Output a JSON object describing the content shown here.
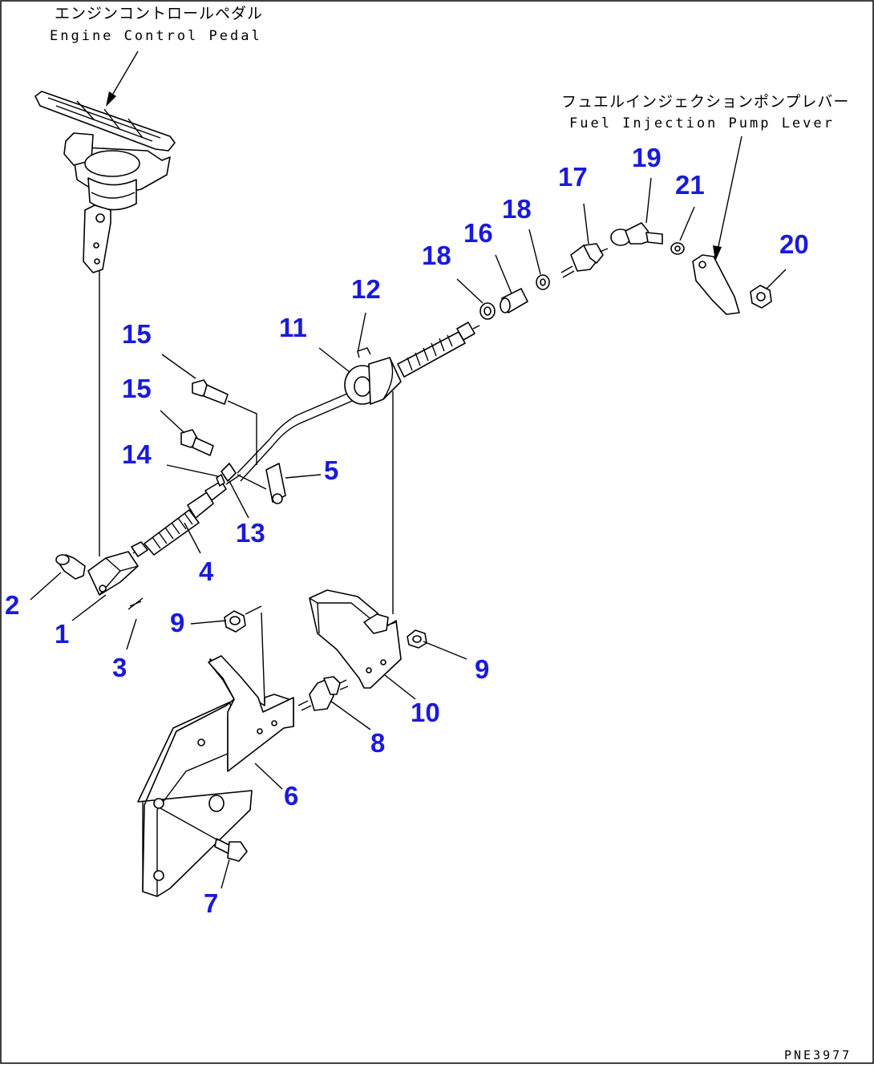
{
  "captions": {
    "engine_pedal_jp": "エンジンコントロールペダル",
    "engine_pedal_en": "Engine Control Pedal",
    "pump_lever_jp": "フュエルインジェクションポンプレバー",
    "pump_lever_en": "Fuel Injection Pump Lever"
  },
  "drawing_code": "PNE3977",
  "callouts": [
    "1",
    "2",
    "3",
    "4",
    "5",
    "6",
    "7",
    "8",
    "9",
    "9",
    "10",
    "11",
    "12",
    "13",
    "14",
    "15",
    "15",
    "16",
    "17",
    "18",
    "18",
    "19",
    "20",
    "21"
  ]
}
